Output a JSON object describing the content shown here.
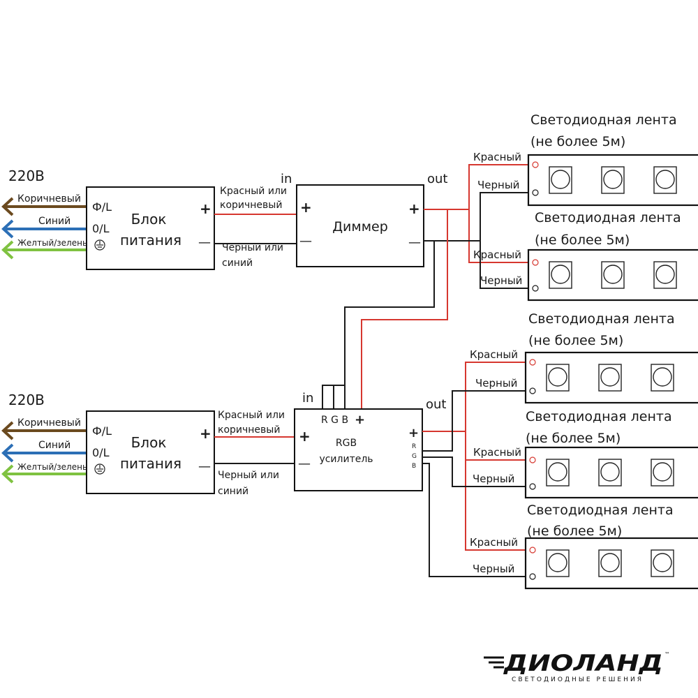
{
  "voltage": "220В",
  "mains_wires": {
    "brown": "Коричневый",
    "blue": "Синий",
    "green": "Желтый/зеленый",
    "phase": "Ф/L",
    "neutral": "0/L"
  },
  "psu": {
    "line1": "Блок",
    "line2": "питания",
    "plus": "+",
    "minus": "—"
  },
  "psu_out": {
    "red_line1": "Красный или",
    "red_line2": "коричневый",
    "black_line1": "Черный или",
    "black_line2": "синий"
  },
  "dimmer": {
    "title": "Диммер",
    "in": "in",
    "out": "out"
  },
  "amp": {
    "title1": "RGB",
    "title2": "усилитель",
    "in": "in",
    "out": "out",
    "rgb_in": "R G B",
    "r": "R",
    "g": "G",
    "b": "B"
  },
  "strip": {
    "title1": "Светодиодная лента",
    "title2": "(не более 5м)",
    "red": "Красный",
    "black": "Черный"
  },
  "brand": {
    "name": "ДИОЛАНД",
    "tagline": "СВЕТОДИОДНЫЕ РЕШЕНИЯ",
    "tm": "™"
  },
  "colors": {
    "brown": "#6b4a1f",
    "blue": "#2c6fb6",
    "green": "#7fc241",
    "red": "#d6372f",
    "black": "#1a1a1a"
  }
}
